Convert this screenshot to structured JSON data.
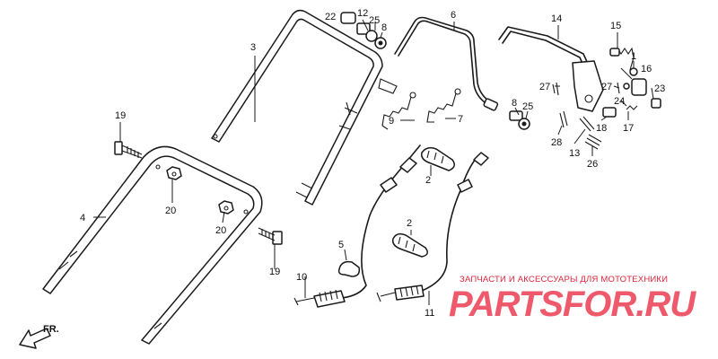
{
  "callouts": {
    "c1": "1",
    "c2a": "2",
    "c2b": "2",
    "c3": "3",
    "c4": "4",
    "c5": "5",
    "c6": "6",
    "c7": "7",
    "c8a": "8",
    "c8b": "8",
    "c9": "9",
    "c10": "10",
    "c11": "11",
    "c12": "12",
    "c13": "13",
    "c14": "14",
    "c15": "15",
    "c16": "16",
    "c17": "17",
    "c18": "18",
    "c19a": "19",
    "c19b": "19",
    "c20a": "20",
    "c20b": "20",
    "c22": "22",
    "c23": "23",
    "c24": "24",
    "c25a": "25",
    "c25b": "25",
    "c26": "26",
    "c27a": "27",
    "c27b": "27",
    "c28": "28"
  },
  "direction": {
    "label": "FR."
  },
  "watermark": {
    "subtitle": "ЗАПЧАСТИ И АКСЕССУАРЫ ДЛЯ МОТОТЕХНИКИ",
    "logo": "PARTSFOR.RU"
  }
}
